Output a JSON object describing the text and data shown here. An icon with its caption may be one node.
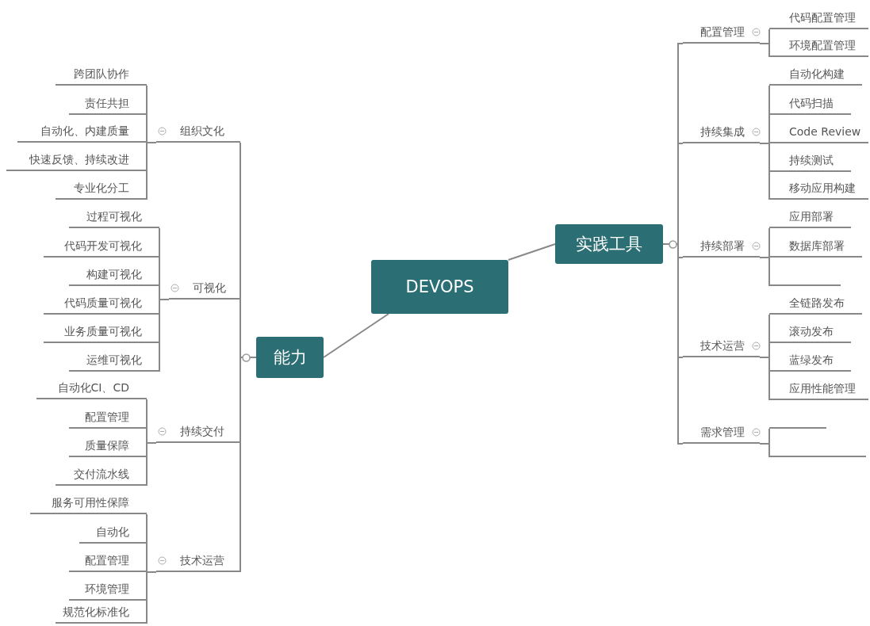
{
  "diagram": {
    "nodes": [
      {
        "text": [
          "DEVOPS"
        ]
      },
      {
        "text": [
          "能力"
        ]
      },
      {
        "text": [
          "组织文化"
        ]
      },
      {
        "text": [
          "跨团队协作"
        ]
      },
      {
        "text": [
          "责任共担"
        ]
      },
      {
        "text": [
          "自动化、内建质量"
        ]
      },
      {
        "text": [
          "快速反馈、持续改进"
        ]
      },
      {
        "text": [
          "专业化分工"
        ]
      },
      {
        "text": [
          "可视化"
        ]
      },
      {
        "text": [
          "过程可视化"
        ]
      },
      {
        "text": [
          "代码开发可视化"
        ]
      },
      {
        "text": [
          "构建可视化"
        ]
      },
      {
        "text": [
          "代码质量可视化"
        ]
      },
      {
        "text": [
          "业务质量可视化"
        ]
      },
      {
        "text": [
          "运维可视化"
        ]
      },
      {
        "text": [
          "持续交付"
        ]
      },
      {
        "text": [
          "自动化CI、CD"
        ]
      },
      {
        "text": [
          "配置管理"
        ]
      },
      {
        "text": [
          "质量保障"
        ]
      },
      {
        "text": [
          "交付流水线"
        ]
      },
      {
        "text": [
          "技术运营"
        ]
      },
      {
        "text": [
          "服务可用性保障"
        ]
      },
      {
        "text": [
          "自动化"
        ]
      },
      {
        "text": [
          "配置管理"
        ]
      },
      {
        "text": [
          "环境管理"
        ]
      },
      {
        "text": [
          "规范化标准化"
        ]
      },
      {
        "text": [
          "实践工具"
        ]
      },
      {
        "text": [
          "配置管理"
        ]
      },
      {
        "text": [
          "代码配置管理"
        ]
      },
      {
        "text": [
          "环境配置管理"
        ]
      },
      {
        "text": [
          "持续集成"
        ]
      },
      {
        "text": [
          "自动化构建"
        ]
      },
      {
        "text": [
          "代码扫描"
        ]
      },
      {
        "text": [
          "Code Review"
        ]
      },
      {
        "text": [
          "持续测试"
        ]
      },
      {
        "text": [
          "移动应用构建"
        ]
      },
      {
        "text": [
          "持续部署"
        ]
      },
      {
        "text": [
          "应用部署"
        ]
      },
      {
        "text": [
          "数据库部署"
        ]
      },
      {
        "text": [],
        "shape": "line"
      },
      {
        "text": [
          "技术运营"
        ]
      },
      {
        "text": [
          "全链路发布"
        ]
      },
      {
        "text": [
          "滚动发布"
        ]
      },
      {
        "text": [
          "蓝绿发布"
        ]
      },
      {
        "text": [
          "应用性能管理"
        ]
      },
      {
        "text": [
          "需求管理"
        ]
      },
      {
        "text": [],
        "shape": "line"
      },
      {
        "text": [],
        "shape": "line"
      }
    ],
    "edges": [
      {
        "from": 0,
        "to": 1,
        "arrow": "none"
      },
      {
        "from": 0,
        "to": 26,
        "arrow": "none"
      },
      {
        "from": 1,
        "to": 2,
        "arrow": "none"
      },
      {
        "from": 2,
        "to": 3,
        "arrow": "none"
      },
      {
        "from": 2,
        "to": 4,
        "arrow": "none"
      },
      {
        "from": 2,
        "to": 5,
        "arrow": "none"
      },
      {
        "from": 2,
        "to": 6,
        "arrow": "none"
      },
      {
        "from": 2,
        "to": 7,
        "arrow": "none"
      },
      {
        "from": 1,
        "to": 8,
        "arrow": "none"
      },
      {
        "from": 8,
        "to": 9,
        "arrow": "none"
      },
      {
        "from": 8,
        "to": 10,
        "arrow": "none"
      },
      {
        "from": 8,
        "to": 11,
        "arrow": "none"
      },
      {
        "from": 8,
        "to": 12,
        "arrow": "none"
      },
      {
        "from": 8,
        "to": 13,
        "arrow": "none"
      },
      {
        "from": 8,
        "to": 14,
        "arrow": "none"
      },
      {
        "from": 1,
        "to": 15,
        "arrow": "none"
      },
      {
        "from": 15,
        "to": 16,
        "arrow": "none"
      },
      {
        "from": 15,
        "to": 17,
        "arrow": "none"
      },
      {
        "from": 15,
        "to": 18,
        "arrow": "none"
      },
      {
        "from": 15,
        "to": 19,
        "arrow": "none"
      },
      {
        "from": 1,
        "to": 20,
        "arrow": "none"
      },
      {
        "from": 20,
        "to": 21,
        "arrow": "none"
      },
      {
        "from": 20,
        "to": 22,
        "arrow": "none"
      },
      {
        "from": 20,
        "to": 23,
        "arrow": "none"
      },
      {
        "from": 20,
        "to": 24,
        "arrow": "none"
      },
      {
        "from": 20,
        "to": 25,
        "arrow": "none"
      },
      {
        "from": 26,
        "to": 27,
        "arrow": "none"
      },
      {
        "from": 27,
        "to": 28,
        "arrow": "none"
      },
      {
        "from": 27,
        "to": 29,
        "arrow": "none"
      },
      {
        "from": 26,
        "to": 30,
        "arrow": "none"
      },
      {
        "from": 30,
        "to": 31,
        "arrow": "none"
      },
      {
        "from": 30,
        "to": 32,
        "arrow": "none"
      },
      {
        "from": 30,
        "to": 33,
        "arrow": "none"
      },
      {
        "from": 30,
        "to": 34,
        "arrow": "none"
      },
      {
        "from": 30,
        "to": 35,
        "arrow": "none"
      },
      {
        "from": 26,
        "to": 36,
        "arrow": "none"
      },
      {
        "from": 36,
        "to": 37,
        "arrow": "none"
      },
      {
        "from": 36,
        "to": 38,
        "arrow": "none"
      },
      {
        "from": 36,
        "to": 39,
        "arrow": "none"
      },
      {
        "from": 26,
        "to": 40,
        "arrow": "none"
      },
      {
        "from": 40,
        "to": 41,
        "arrow": "none"
      },
      {
        "from": 40,
        "to": 42,
        "arrow": "none"
      },
      {
        "from": 40,
        "to": 43,
        "arrow": "none"
      },
      {
        "from": 40,
        "to": 44,
        "arrow": "none"
      },
      {
        "from": 26,
        "to": 45,
        "arrow": "none"
      },
      {
        "from": 45,
        "to": 46,
        "arrow": "none"
      },
      {
        "from": 45,
        "to": 47,
        "arrow": "none"
      }
    ]
  }
}
